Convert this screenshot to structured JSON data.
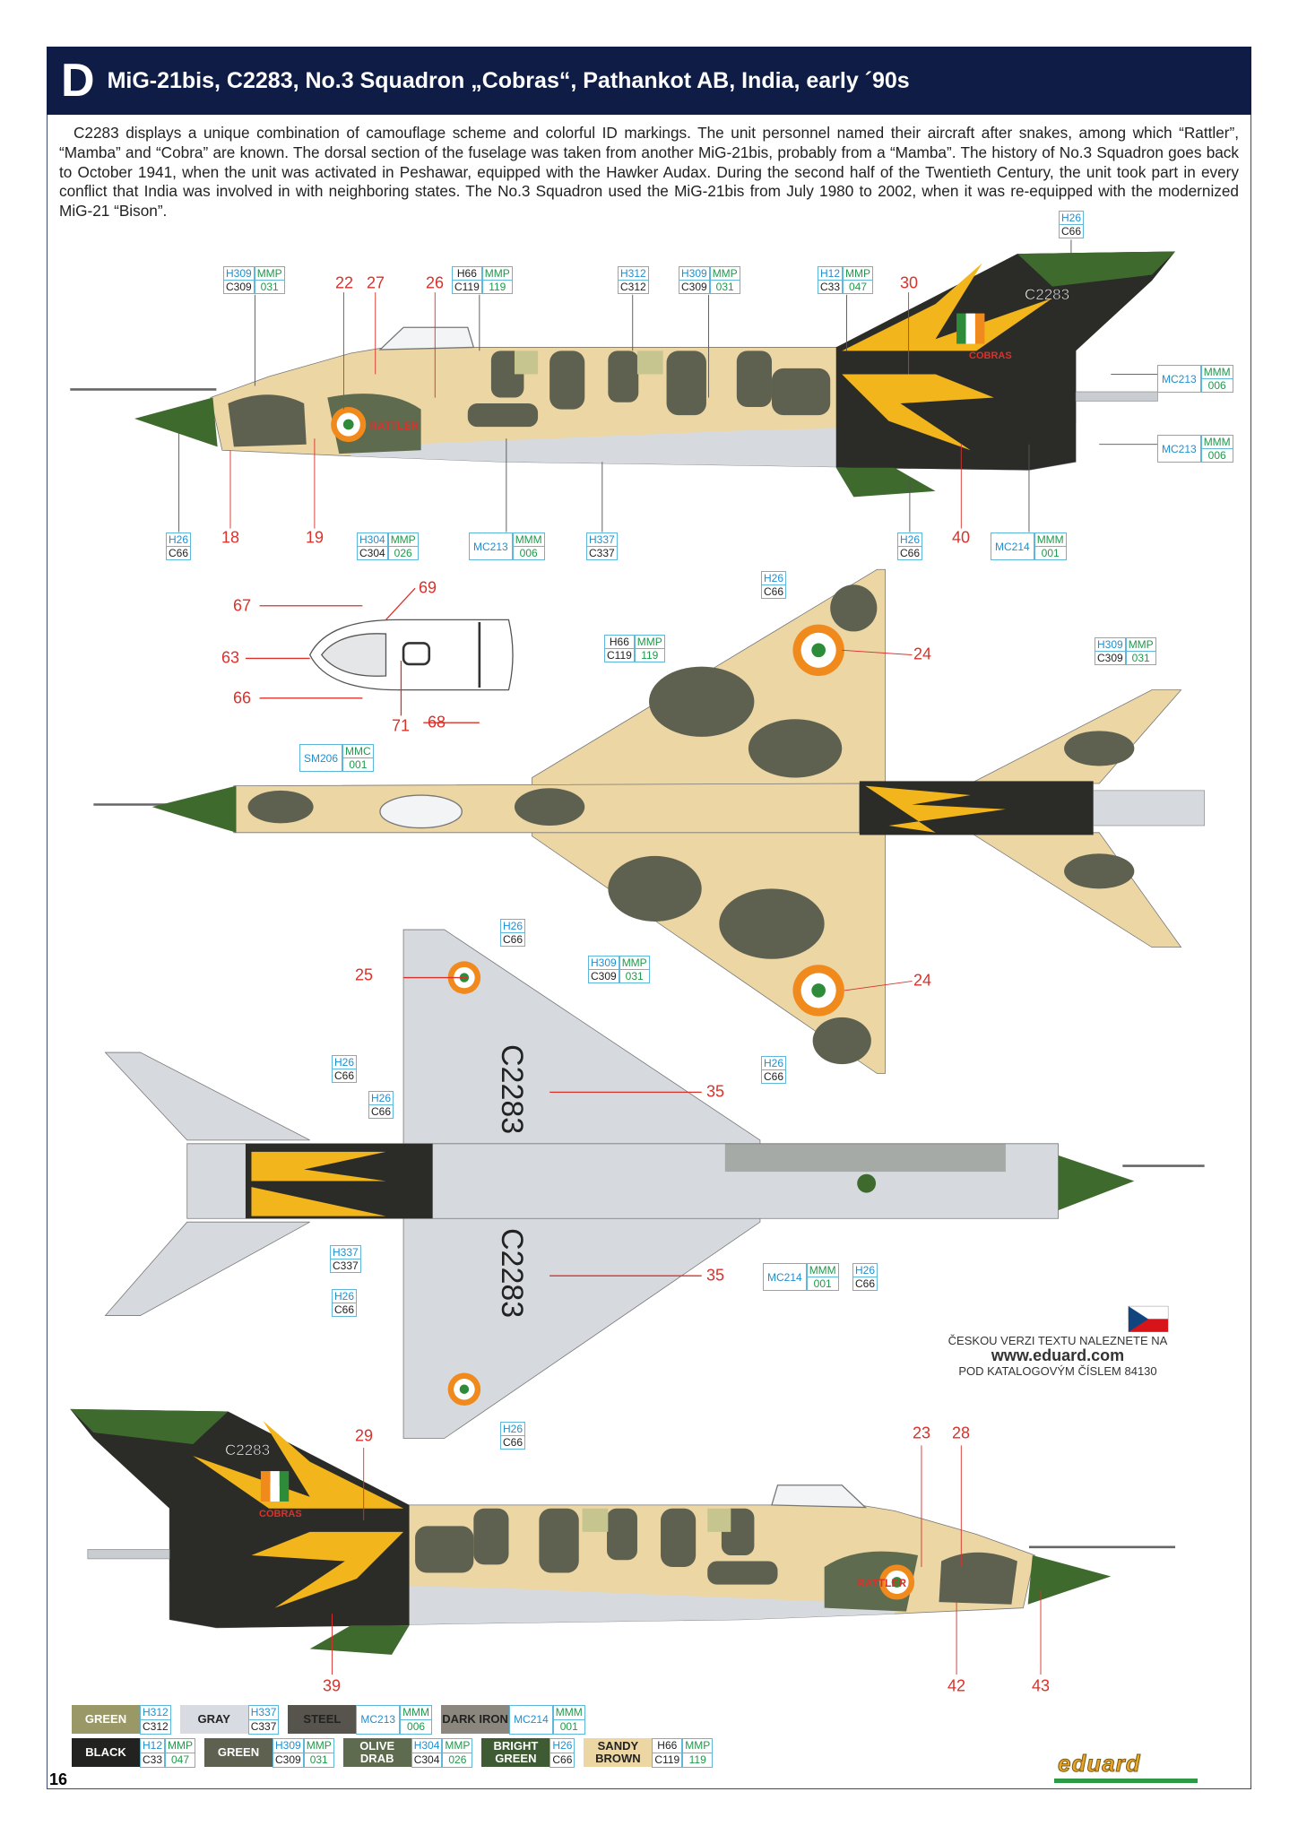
{
  "header": {
    "letter": "D",
    "title": "MiG-21bis, C2283, No.3 Squadron „Cobras“, Pathankot AB, India, early ´90s"
  },
  "description": "C2283 displays a unique combination of camouflage scheme and colorful ID markings. The unit personnel named their aircraft after snakes, among which “Rattler”, “Mamba” and “Cobra” are known. The dorsal section of the fuselage was taken from another MiG-21bis, probably from a “Mamba”. The history of No.3 Squadron goes back to October 1941, when the unit was activated in Peshawar, equipped with the Hawker Audax. During the second half of the Twentieth Century, the unit took part in every conflict that India was involved in with neighboring states. The No.3 Squadron used the MiG-21bis from July 1980 to 2002, when it was re-equipped with the modernized MiG-21 “Bison”.",
  "markings": {
    "serial": "C2283",
    "nose_name": "RATTLER",
    "tail_name": "COBRAS"
  },
  "callouts": [
    {
      "left": [
        "H309",
        "C309"
      ],
      "right": [
        "MMP",
        "031"
      ]
    },
    {
      "left": [
        "H66",
        "C119"
      ],
      "right": [
        "MMP",
        "119"
      ]
    },
    {
      "left": [
        "H312",
        "C312"
      ]
    },
    {
      "left": [
        "H309",
        "C309"
      ],
      "right": [
        "MMP",
        "031"
      ]
    },
    {
      "left": [
        "H12",
        "C33"
      ],
      "right": [
        "MMP",
        "047"
      ]
    },
    {
      "left": [
        "H26",
        "C66"
      ]
    },
    {
      "left": [
        "MC213"
      ],
      "right": [
        "MMM",
        "006"
      ]
    },
    {
      "left": [
        "MC213"
      ],
      "right": [
        "MMM",
        "006"
      ]
    },
    {
      "left": [
        "H26",
        "C66"
      ]
    },
    {
      "left": [
        "H304",
        "C304"
      ],
      "right": [
        "MMP",
        "026"
      ]
    },
    {
      "left": [
        "MC213"
      ],
      "right": [
        "MMM",
        "006"
      ]
    },
    {
      "left": [
        "H337",
        "C337"
      ]
    },
    {
      "left": [
        "H26",
        "C66"
      ]
    },
    {
      "left": [
        "MC214"
      ],
      "right": [
        "MMM",
        "001"
      ]
    },
    {
      "left": [
        "H26",
        "C66"
      ]
    },
    {
      "left": [
        "H66",
        "C119"
      ],
      "right": [
        "MMP",
        "119"
      ]
    },
    {
      "left": [
        "H309",
        "C309"
      ],
      "right": [
        "MMP",
        "031"
      ]
    },
    {
      "left": [
        "SM206"
      ],
      "right": [
        "MMC",
        "001"
      ]
    },
    {
      "left": [
        "H26",
        "C66"
      ]
    },
    {
      "left": [
        "H309",
        "C309"
      ],
      "right": [
        "MMP",
        "031"
      ]
    },
    {
      "left": [
        "H26",
        "C66"
      ]
    },
    {
      "left": [
        "H26",
        "C66"
      ]
    },
    {
      "left": [
        "H26",
        "C66"
      ]
    },
    {
      "left": [
        "H337",
        "C337"
      ]
    },
    {
      "left": [
        "H26",
        "C66"
      ]
    },
    {
      "left": [
        "MC214"
      ],
      "right": [
        "MMM",
        "001"
      ]
    },
    {
      "left": [
        "H26",
        "C66"
      ]
    },
    {
      "left": [
        "H26",
        "C66"
      ]
    }
  ],
  "refs": [
    "22",
    "27",
    "26",
    "30",
    "18",
    "19",
    "40",
    "67",
    "69",
    "63",
    "66",
    "71",
    "68",
    "24",
    "24",
    "25",
    "35",
    "35",
    "29",
    "23",
    "28",
    "39",
    "42",
    "43"
  ],
  "czech_note": {
    "line1": "ČESKOU VERZI TEXTU NALEZNETE NA",
    "url": "www.eduard.com",
    "line3": "POD KATALOGOVÝM ČÍSLEM 84130"
  },
  "legend": [
    [
      {
        "name": "GREEN",
        "color": "#9a9866",
        "text": "#fff",
        "codes": [
          [
            "H312",
            "C312"
          ]
        ]
      },
      {
        "name": "GRAY",
        "color": "#d8dce2",
        "text": "#222",
        "codes": [
          [
            "H337",
            "C337"
          ]
        ]
      },
      {
        "name": "STEEL",
        "color": "#57544e",
        "text": "#222",
        "codes": [
          [
            "MC213"
          ],
          [
            "MMM",
            "006"
          ]
        ]
      },
      {
        "name": "DARK IRON",
        "color": "#8b877e",
        "text": "#222",
        "codes": [
          [
            "MC214"
          ],
          [
            "MMM",
            "001"
          ]
        ]
      }
    ],
    [
      {
        "name": "BLACK",
        "color": "#222220",
        "text": "#fff",
        "codes": [
          [
            "H12",
            "C33"
          ],
          [
            "MMP",
            "047"
          ]
        ]
      },
      {
        "name": "GREEN",
        "color": "#5e6150",
        "text": "#fff",
        "codes": [
          [
            "H309",
            "C309"
          ],
          [
            "MMP",
            "031"
          ]
        ]
      },
      {
        "name": "OLIVE DRAB",
        "color": "#5f6b4e",
        "text": "#fff",
        "codes": [
          [
            "H304",
            "C304"
          ],
          [
            "MMP",
            "026"
          ]
        ]
      },
      {
        "name": "BRIGHT GREEN",
        "color": "#3f5b33",
        "text": "#fff",
        "codes": [
          [
            "H26",
            "C66"
          ]
        ]
      },
      {
        "name": "SANDY BROWN",
        "color": "#ecd6a4",
        "text": "#222",
        "codes": [
          [
            "H66",
            "C119"
          ],
          [
            "MMP",
            "119"
          ]
        ]
      }
    ]
  ],
  "page_number": "16",
  "logo": "eduard",
  "colors": {
    "header": "#0f1d46",
    "ref": "#d9322b",
    "sand": "#ecd6a4",
    "camo": "#5e6150",
    "black": "#2b2c28",
    "yellow": "#f2b51c",
    "green": "#3f6a2e",
    "gray": "#d6dadf"
  }
}
